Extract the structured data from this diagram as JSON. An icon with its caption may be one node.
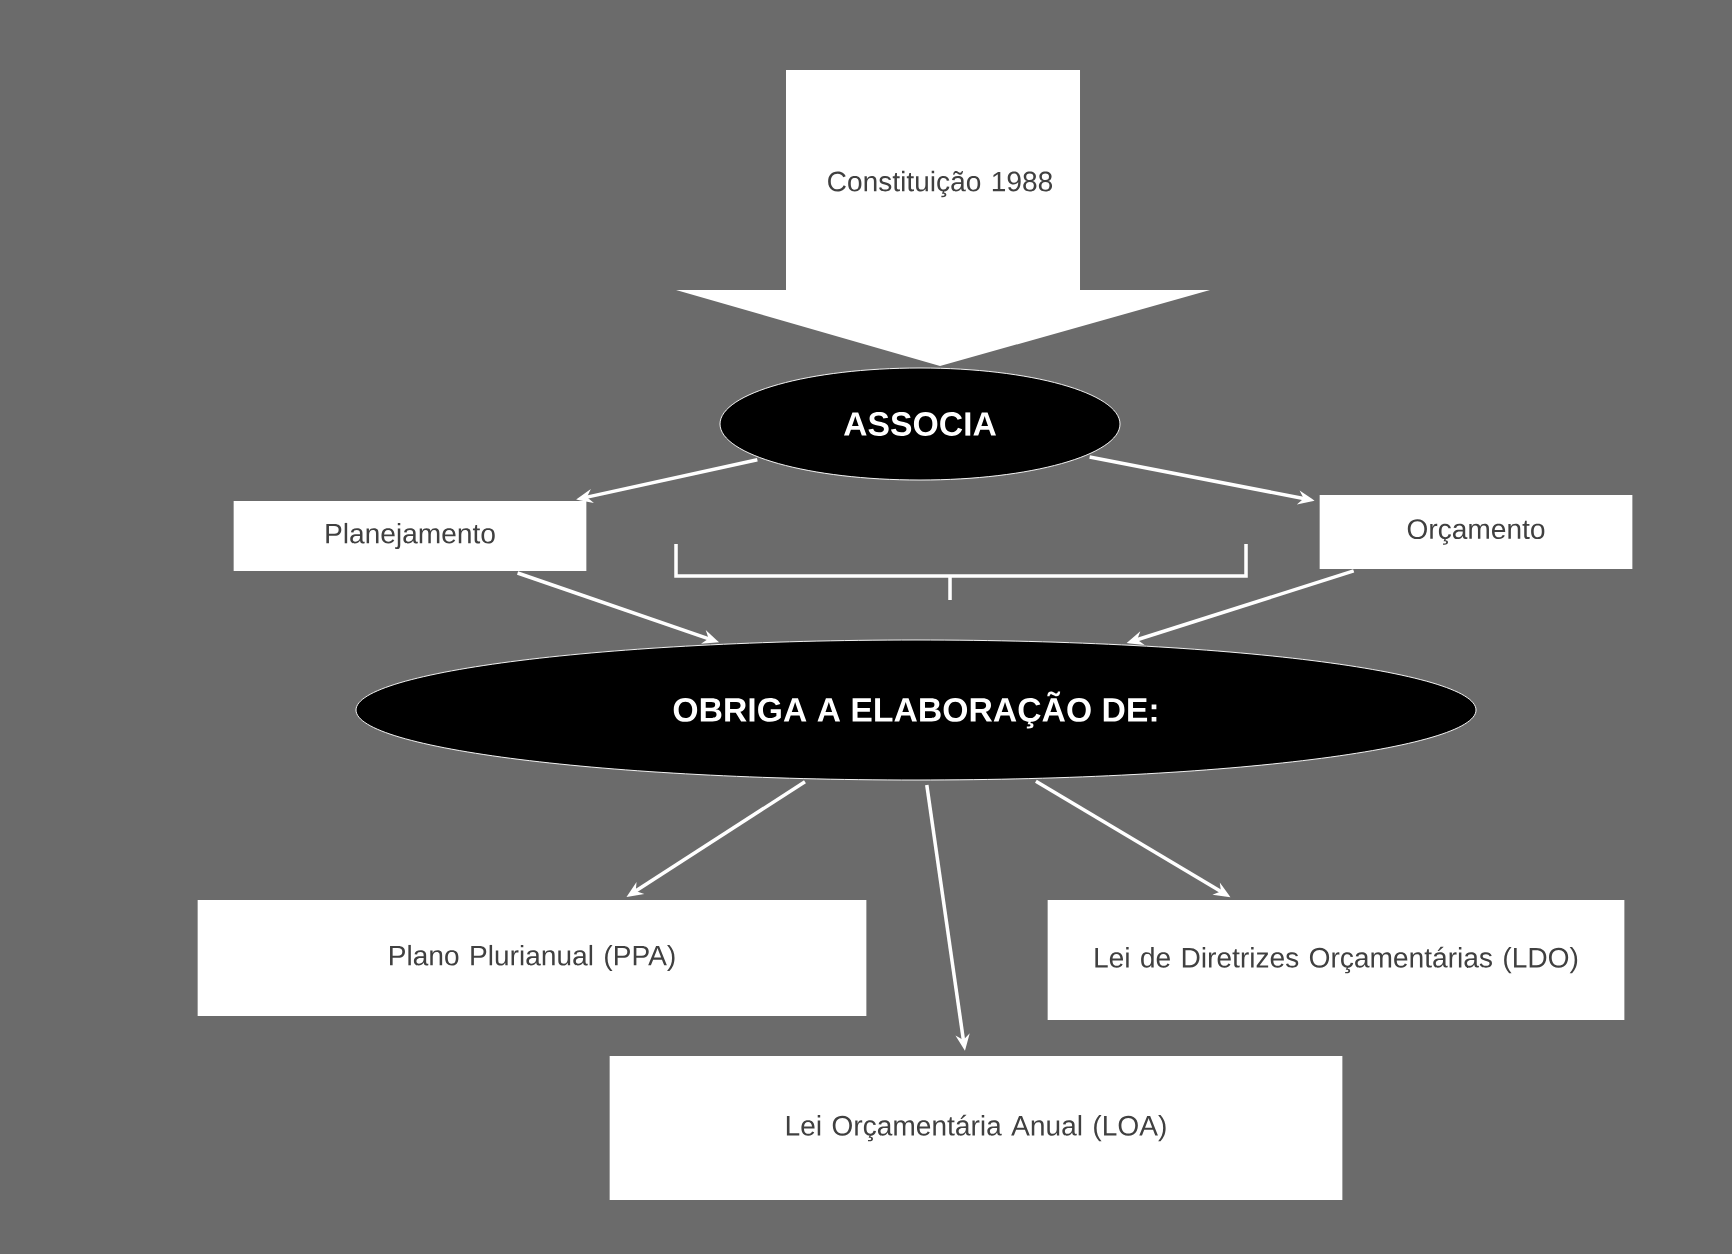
{
  "diagram": {
    "nodes": [
      {
        "text": [
          "Constituição 1988"
        ]
      },
      {
        "text": [
          "ASSOCIA"
        ]
      },
      {
        "text": [
          "Planejamento"
        ]
      },
      {
        "text": [
          "Orçamento"
        ]
      },
      {
        "text": [
          "OBRIGA A ELABORAÇÃO DE:"
        ]
      },
      {
        "text": [
          "Plano Plurianual (PPA)"
        ]
      },
      {
        "text": [
          "Lei de Diretrizes Orçamentárias (LDO)"
        ]
      },
      {
        "text": [
          "Lei Orçamentária Anual (LOA)"
        ]
      }
    ],
    "edges": [
      {
        "from": 1,
        "to": 2,
        "arrow": "to"
      },
      {
        "from": 1,
        "to": 3,
        "arrow": "to"
      },
      {
        "from": 2,
        "to": 4,
        "arrow": "to"
      },
      {
        "from": 3,
        "to": 4,
        "arrow": "to"
      },
      {
        "from": 4,
        "to": 5,
        "arrow": "to"
      },
      {
        "from": 4,
        "to": 7,
        "arrow": "to"
      },
      {
        "from": 4,
        "to": 6,
        "arrow": "to"
      }
    ]
  }
}
